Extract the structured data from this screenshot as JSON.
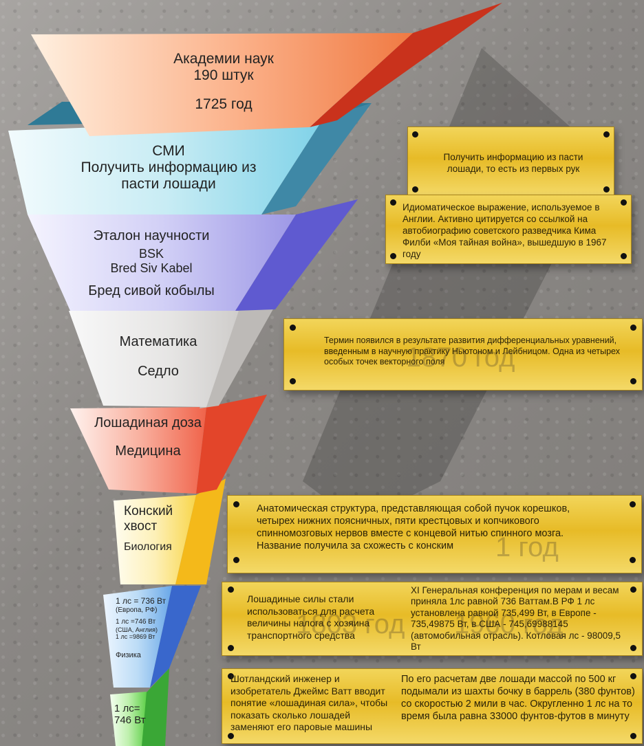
{
  "funnel": {
    "academies": {
      "line1": "Академии наук",
      "line2": "190 штук",
      "line3": "1725 год"
    },
    "media": {
      "line1": "СМИ",
      "line2": "Получить информацию из",
      "line3": "пасти лошади"
    },
    "science": {
      "line1": "Эталон научности",
      "line2": "BSK",
      "line3": "Bred Siv Kabel",
      "line4": "Бред сивой кобылы"
    },
    "math": {
      "line1": "Математика",
      "line2": "Седло"
    },
    "medicine": {
      "line1": "Лошадиная доза",
      "line2": "Медицина"
    },
    "biology": {
      "line1": "Конский",
      "line2": "хвост",
      "line3": "Биология"
    },
    "physics": {
      "line1": "1 лс = 736 Вт",
      "line2": "(Европа, РФ)",
      "line3": "1 лс =746 Вт",
      "line4": "(США, Англия)",
      "line5": "1 лс =9869 Вт",
      "line6": "Физика"
    },
    "tip": {
      "line1": "1 лс=",
      "line2": "746 Вт"
    }
  },
  "plaques": {
    "media_top": "Получить информацию из пасти лошади, то есть из первых рук",
    "media_bottom": "Идиоматическое выражение, используемое в Англии. Активно цитируется со ссылкой на автобиографию советского разведчика Кима Филби «Моя тайная война», вышедшую в 1967 году",
    "math": "Термин появился в результате развития дифференциальных уравнений, введенным в научную практику Ньютоном и Лейбницом. Одна из четырех особых точек векторного поля",
    "biology": "Анатомическая структура, представляющая собой пучок корешков, четырех нижних поясничных, пяти крестцовых и копчикового спинномозговых нервов вместе с концевой нитью спинного мозга. Название получила за схожесть с конским",
    "physics_left": "Лошадиные силы стали использоваться для расчета величины налога с хозяина транспортного средства",
    "physics_right": "XI Генеральная конференция по мерам и весам приняла 1лс равной 736 Ваттам.В РФ 1 лс установлена равной 735,499 Вт, в Европе - 735,49875 Вт, в США - 745,69988145 (автомобильная отрасль). Котловая лс - 98009,5 Вт",
    "watt_left": "Шотландский инженер и изобретатель Джеймс Ватт вводит понятие «лошадиная сила», чтобы показать сколько лошадей заменяют его паровые машины",
    "watt_right": "По его расчетам две лошади массой по 500 кг подымали из шахты бочку в баррель (380 фунтов) со скоростью 2 мили в час. Округленно 1 лс на то время была равна 33000 фунтов-футов в минуту"
  },
  "watermarks": {
    "w1": "1870 год",
    "w2": "1 год",
    "w3": "1803 год",
    "w4": "1960 год"
  },
  "colors": {
    "academies": "#e85c2a",
    "media": "#6ec0d8",
    "science": "#7e7ad8",
    "math": "#c9c6c3",
    "medicine": "#e94a2e",
    "biology": "#f2c21e",
    "physics": "#3b6cd0",
    "tip": "#3fb93a",
    "plaque": "#ecc63b"
  }
}
